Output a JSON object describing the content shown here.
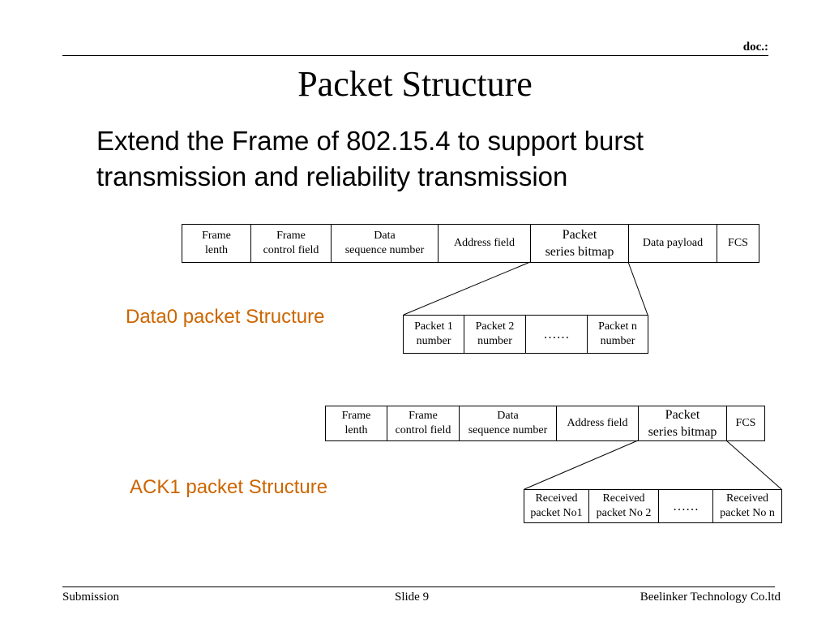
{
  "header": {
    "doc_label": "doc.:"
  },
  "slide": {
    "title": "Packet Structure",
    "subtitle": "Extend the Frame of 802.15.4 to support burst transmission and reliability transmission"
  },
  "data0": {
    "caption": "Data0 packet Structure",
    "frame_fields": [
      {
        "label": "Frame\nlenth"
      },
      {
        "label": "Frame\ncontrol field"
      },
      {
        "label": "Data\nsequence number"
      },
      {
        "label": "Address field"
      },
      {
        "label": "Packet\nseries bitmap"
      },
      {
        "label": "Data payload"
      },
      {
        "label": "FCS"
      }
    ],
    "bitmap_fields": [
      {
        "label": "Packet 1\nnumber"
      },
      {
        "label": "Packet 2\nnumber"
      },
      {
        "label": "……"
      },
      {
        "label": "Packet n\nnumber"
      }
    ]
  },
  "ack1": {
    "caption": "ACK1 packet Structure",
    "frame_fields": [
      {
        "label": "Frame\nlenth"
      },
      {
        "label": "Frame\ncontrol field"
      },
      {
        "label": "Data\nsequence number"
      },
      {
        "label": "Address field"
      },
      {
        "label": "Packet\nseries bitmap"
      },
      {
        "label": "FCS"
      }
    ],
    "bitmap_fields": [
      {
        "label": "Received\npacket No1"
      },
      {
        "label": "Received\npacket No 2"
      },
      {
        "label": "……"
      },
      {
        "label": "Received\npacket No n"
      }
    ]
  },
  "footer": {
    "left": "Submission",
    "center": "Slide 9",
    "right": "Beelinker Technology Co.ltd"
  }
}
